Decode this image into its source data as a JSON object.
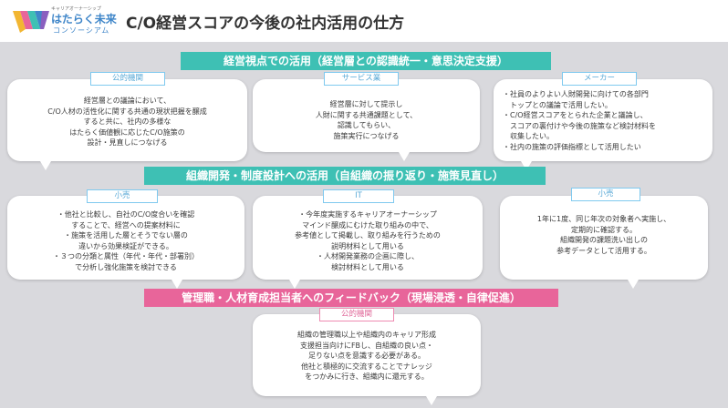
{
  "header": {
    "logo_caption": "キャリアオーナーシップ",
    "logo_main": "はたらく未来",
    "logo_sub": "コンソーシアム",
    "title": "C/O経営スコアの今後の社内活用の仕方"
  },
  "sections": [
    {
      "banner": "経営視点での活用（経営層との認識統一・意思決定支援）",
      "color": "#3ec0b4",
      "items": [
        {
          "tag": "公的機関",
          "text": "経営層との議論において、\nC/O人材の活性化に関する共通の現状把握を醸成\nすると共に、社内の多様な\nはたらく価値観に応じたC/O施策の\n設計・見直しにつなげる"
        },
        {
          "tag": "サービス業",
          "text": "経営層に対して提示し\n人財に関する共通課題として、\n認識してもらい、\n施策実行につなげる"
        },
        {
          "tag": "メーカー",
          "text": "・社員のよりよい人財開発に向けての各部門\n　トップとの議論で活用したい。\n・C/O経営スコアをとられた企業と議論し、\n　スコアの裏付けや今後の施策など検討材料を\n　収集したい。\n・社内の施策の評価指標として活用したい"
        }
      ]
    },
    {
      "banner": "組織開発・制度設計への活用（自組織の振り返り・施策見直し）",
      "color": "#3ec0b4",
      "items": [
        {
          "tag": "小売",
          "text": "・他社と比較し、自社のC/O度合いを確認\nすることで、経営への提案材料に\n・施策を活用した層とそうでない層の\n違いから効果検証ができる。\n・３つの分類と属性（年代・年代・部署別）\nで分析し強化施策を検討できる"
        },
        {
          "tag": "IT",
          "text": "・今年度実施するキャリアオーナーシップ\nマインド醸成にむけた取り組みの中で、\n参考値として掲載し、取り組みを行うための\n説明材料として用いる\n・人材開発業務の企画に際し、\n検討材料として用いる"
        },
        {
          "tag": "小売",
          "text": "1年に1度、同じ年次の対象者へ実施し、\n定期的に確認する。\n組織開発の課題洗い出しの\n参考データとして活用する。"
        }
      ]
    },
    {
      "banner": "管理職・人材育成担当者へのフィードバック（現場浸透・自律促進）",
      "color": "#e8659a",
      "items": [
        {
          "tag": "公的機関",
          "text": "組織の管理職以上や組織内のキャリア形成\n支援担当向けにFBし、自組織の良い点・\n足りない点を意識する必要がある。\n他社と積極的に交流することでナレッジ\nをつかみに行き、組織内に還元する。"
        }
      ]
    }
  ]
}
